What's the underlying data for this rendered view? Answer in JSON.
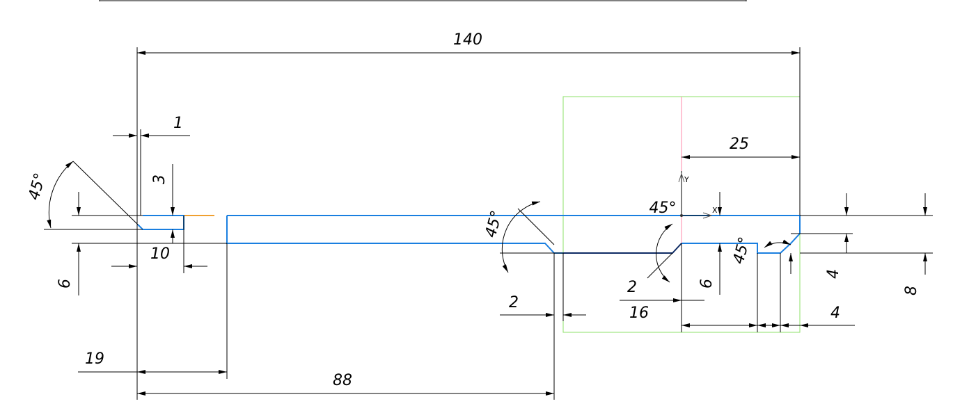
{
  "drawing": {
    "dimensions": {
      "overall_length": "140",
      "chamfer_width_left": "1",
      "chamfer_height_left": "3",
      "chamfer_angle_left": "45°",
      "groove_width_left": "10",
      "step_height_left": "6",
      "offset_19": "19",
      "length_88": "88",
      "chamfer_angle_mid": "45°",
      "chamfer_2_mid": "2",
      "length_25": "25",
      "angle_center": "45°",
      "chamfer_angle_center": "45°",
      "chamfer_2_center": "2",
      "height_6_center": "6",
      "length_16": "16",
      "chamfer_angle_right": "45°",
      "height_4_right": "4",
      "length_4_right": "4",
      "height_8_right": "8"
    },
    "ucs": {
      "x_label": "X",
      "y_label": "Y"
    },
    "colors": {
      "contour": "#1a7fe0",
      "contour_dark": "#0d2a63",
      "view_frame": "#8ee06a",
      "axis_line": "#ff8aa8",
      "centerline": "#f0a030"
    }
  }
}
